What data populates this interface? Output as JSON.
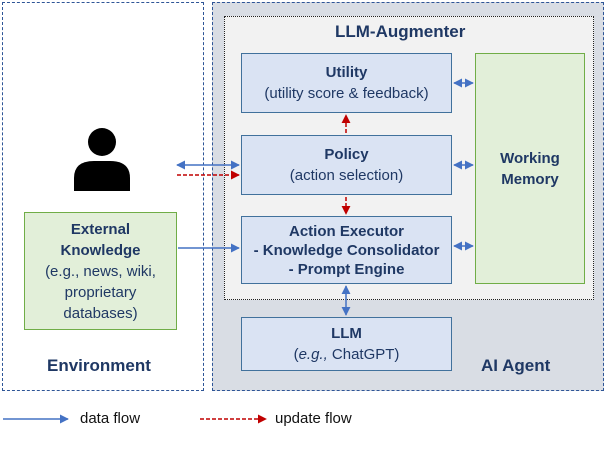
{
  "augmenter": {
    "title": "LLM-Augmenter"
  },
  "utility": {
    "title": "Utility",
    "subtitle": "(utility score & feedback)"
  },
  "policy": {
    "title": "Policy",
    "subtitle": "(action selection)"
  },
  "executor": {
    "line1": "Action Executor",
    "line2": "- Knowledge Consolidator",
    "line3": "- Prompt Engine"
  },
  "memory": {
    "line1": "Working",
    "line2": "Memory"
  },
  "llm": {
    "title": "LLM",
    "sub_italic": "e.g.,",
    "sub_rest": " ChatGPT)",
    "sub_open": "("
  },
  "external": {
    "line1": "External",
    "line2": "Knowledge",
    "line3": "(e.g., news, wiki,",
    "line4": "proprietary",
    "line5": "databases)"
  },
  "environment": {
    "label": "Environment"
  },
  "agent": {
    "label": "AI Agent"
  },
  "legend": {
    "data_flow": "data flow",
    "update_flow": "update flow"
  },
  "colors": {
    "data_flow": "#4472c4",
    "update_flow": "#c00000"
  }
}
